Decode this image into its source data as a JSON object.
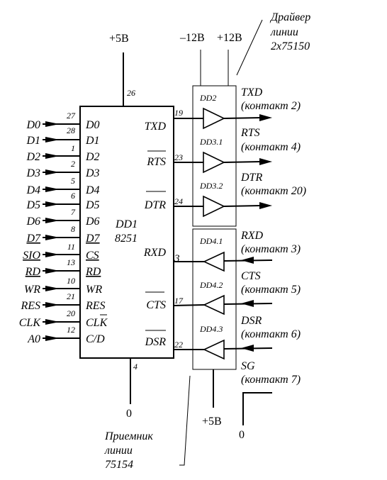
{
  "supply": {
    "plus5_top": "+5В",
    "minus12": "–12В",
    "plus12": "+12В",
    "plus5_bottom": "+5В",
    "ground_chip": "0",
    "ground_sg": "0"
  },
  "notes": {
    "driver": [
      "Драйвер",
      "линии",
      "2x75150"
    ],
    "receiver": [
      "Приемник",
      "линии",
      "75154"
    ]
  },
  "chip": {
    "name": "DD1",
    "part": "8251",
    "pin_vcc": "26",
    "pin_gnd": "4"
  },
  "left_pins": [
    {
      "signal": "D0",
      "pin": "27",
      "inner": "D0"
    },
    {
      "signal": "D1",
      "pin": "28",
      "inner": "D1"
    },
    {
      "signal": "D2",
      "pin": "1",
      "inner": "D2"
    },
    {
      "signal": "D3",
      "pin": "2",
      "inner": "D3"
    },
    {
      "signal": "D4",
      "pin": "5",
      "inner": "D4"
    },
    {
      "signal": "D5",
      "pin": "6",
      "inner": "D5"
    },
    {
      "signal": "D6",
      "pin": "7",
      "inner": "D6"
    },
    {
      "signal": "D7",
      "pin": "8",
      "inner": "D7"
    },
    {
      "signal": "SIO",
      "pin": "11",
      "inner": "CS"
    },
    {
      "signal": "RD",
      "pin": "13",
      "inner": "RD"
    },
    {
      "signal": "WR",
      "pin": "10",
      "inner": "WR"
    },
    {
      "signal": "RES",
      "pin": "21",
      "inner": "RES"
    },
    {
      "signal": "CLK",
      "pin": "20",
      "inner": "CLK"
    },
    {
      "signal": "A0",
      "pin": "12",
      "inner": "C/D"
    }
  ],
  "right_pins": [
    {
      "inner": "TXD",
      "pin": "19"
    },
    {
      "inner": "RTS",
      "pin": "23"
    },
    {
      "inner": "DTR",
      "pin": "24"
    },
    {
      "inner": "RXD",
      "pin": "3"
    },
    {
      "inner": "CTS",
      "pin": "17"
    },
    {
      "inner": "DSR",
      "pin": "22"
    }
  ],
  "gates": [
    "DD2",
    "DD3.1",
    "DD3.2",
    "DD4.1",
    "DD4.2",
    "DD4.3"
  ],
  "outputs": [
    {
      "name": "TXD",
      "contact": "(контакт 2)"
    },
    {
      "name": "RTS",
      "contact": "(контакт 4)"
    },
    {
      "name": "DTR",
      "contact": "(контакт 20)"
    },
    {
      "name": "RXD",
      "contact": "(контакт 3)"
    },
    {
      "name": "CTS",
      "contact": "(контакт 5)"
    },
    {
      "name": "DSR",
      "contact": "(контакт 6)"
    },
    {
      "name": "SG",
      "contact": "(контакт 7)"
    }
  ]
}
